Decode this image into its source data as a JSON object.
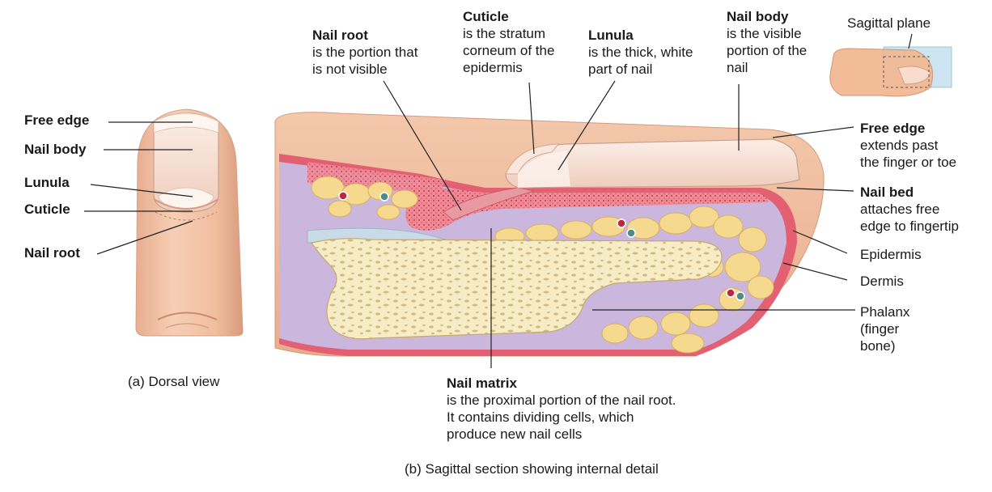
{
  "dorsal": {
    "labels": {
      "free_edge": "Free edge",
      "nail_body": "Nail body",
      "lunula": "Lunula",
      "cuticle": "Cuticle",
      "nail_root": "Nail root"
    },
    "caption": "(a) Dorsal view"
  },
  "sagittal": {
    "nail_root": {
      "title": "Nail root",
      "desc": [
        "is the portion that",
        "is not visible"
      ]
    },
    "cuticle": {
      "title": "Cuticle",
      "desc": [
        "is the stratum",
        "corneum of the",
        "epidermis"
      ]
    },
    "lunula": {
      "title": "Lunula",
      "desc": [
        "is the thick, white",
        "part of nail"
      ]
    },
    "nail_body": {
      "title": "Nail body",
      "desc": [
        "is the visible",
        "portion of the",
        "nail"
      ]
    },
    "free_edge": {
      "title": "Free edge",
      "desc": [
        "extends past",
        "the finger or toe"
      ]
    },
    "nail_bed": {
      "title": "Nail bed",
      "desc": [
        "attaches free",
        "edge to fingertip"
      ]
    },
    "epidermis": "Epidermis",
    "dermis": "Dermis",
    "phalanx": [
      "Phalanx",
      "(finger",
      "bone)"
    ],
    "nail_matrix": {
      "title": "Nail matrix",
      "desc": [
        "is the proximal portion of the nail root.",
        "It contains dividing cells, which",
        "produce new nail cells"
      ]
    },
    "caption": "(b) Sagittal section showing internal detail"
  },
  "inset": {
    "label": "Sagittal plane"
  },
  "colors": {
    "skin": "#f2c3a4",
    "skin_shadow": "#d99a7c",
    "nail": "#f7e1d6",
    "epidermis_red": "#e0566a",
    "dermis": "#cdb9dd",
    "fat": "#f5d98e",
    "bone": "#f4ecc0"
  }
}
